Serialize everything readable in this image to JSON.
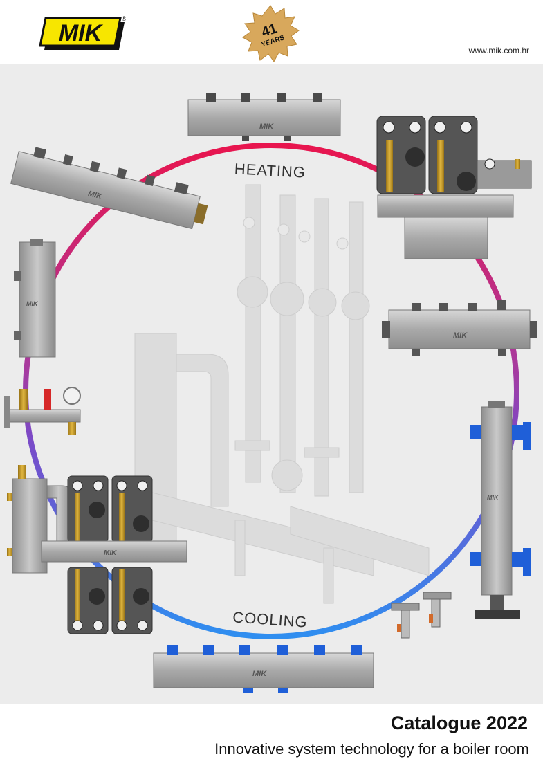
{
  "brand": {
    "logo_text": "MIK",
    "registered_mark": "®",
    "anniversary_number": "41",
    "anniversary_label": "YEARS",
    "website": "www.mik.com.hr"
  },
  "hero": {
    "label_heating": "HEATING",
    "label_cooling": "COOLING",
    "product_brand_plate": "MIK",
    "colors": {
      "ring_top": "#e8154e",
      "ring_middle": "#8b3fc0",
      "ring_bottom": "#2f8ef0",
      "steel": "#b9b9b9",
      "brass": "#c79a2a",
      "valve_blue": "#1f5fd8",
      "valve_red": "#d62828",
      "pump_dark": "#3a3a3a"
    }
  },
  "catalogue": {
    "title": "Catalogue 2022",
    "subtitle": "Innovative system technology for a boiler room"
  }
}
